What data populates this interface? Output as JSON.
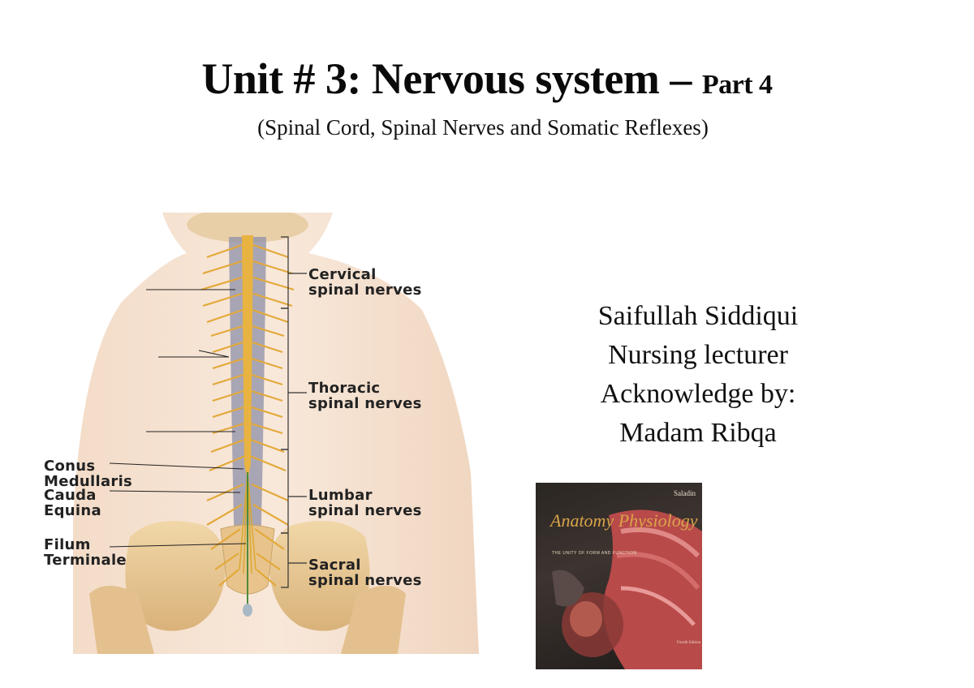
{
  "slide": {
    "title_main": "Unit # 3: Nervous system – ",
    "title_part": "Part 4",
    "subtitle": "(Spinal Cord, Spinal Nerves and Somatic Reflexes)"
  },
  "figure": {
    "labels": {
      "cervical": "Cervical\nspinal nerves",
      "thoracic": "Thoracic\nspinal nerves",
      "lumbar": "Lumbar\nspinal nerves",
      "sacral": "Sacral\nspinal nerves",
      "conus": "Conus\nMedullaris",
      "cauda": "Cauda\nEquina",
      "filum": "Filum\nTerminale"
    }
  },
  "author": {
    "name": "Saifullah Siddiqui",
    "role": "Nursing lecturer",
    "ack": "Acknowledge by:",
    "ack_name": "Madam Ribqa"
  },
  "book": {
    "author": "Saladin",
    "title": "Anatomy Physiology",
    "subtitle": "THE UNITY OF FORM AND FUNCTION",
    "edition": "Fourth Edition"
  }
}
